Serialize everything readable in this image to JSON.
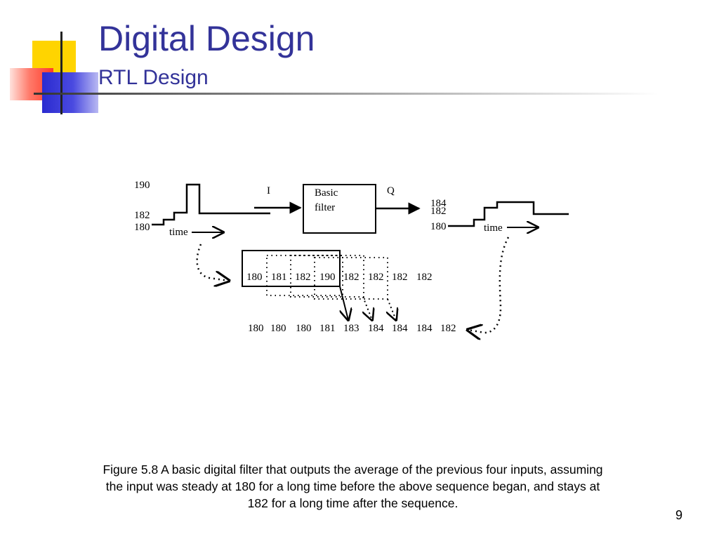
{
  "slide": {
    "title": "Digital Design",
    "subtitle": "RTL Design",
    "caption": "Figure 5.8 A basic digital filter that outputs the average of the previous four inputs, assuming the input was steady at 180 for a long time before the above sequence began, and stays at 182 for a long time after the sequence.",
    "page_number": "9"
  },
  "diagram": {
    "filter_label_line1": "Basic",
    "filter_label_line2": "filter",
    "input_label": "I",
    "output_label": "Q",
    "input_waveform": {
      "level_high": "190",
      "level_mid": "182",
      "level_low": "180",
      "axis_label": "time"
    },
    "output_waveform": {
      "level_top": "184",
      "level_mid": "182",
      "level_low": "180",
      "axis_label": "time"
    },
    "input_sequence": [
      "180",
      "181",
      "182",
      "190",
      "182",
      "182",
      "182",
      "182"
    ],
    "output_sequence": [
      "180",
      "180",
      "180",
      "181",
      "183",
      "184",
      "184",
      "184",
      "182"
    ]
  }
}
